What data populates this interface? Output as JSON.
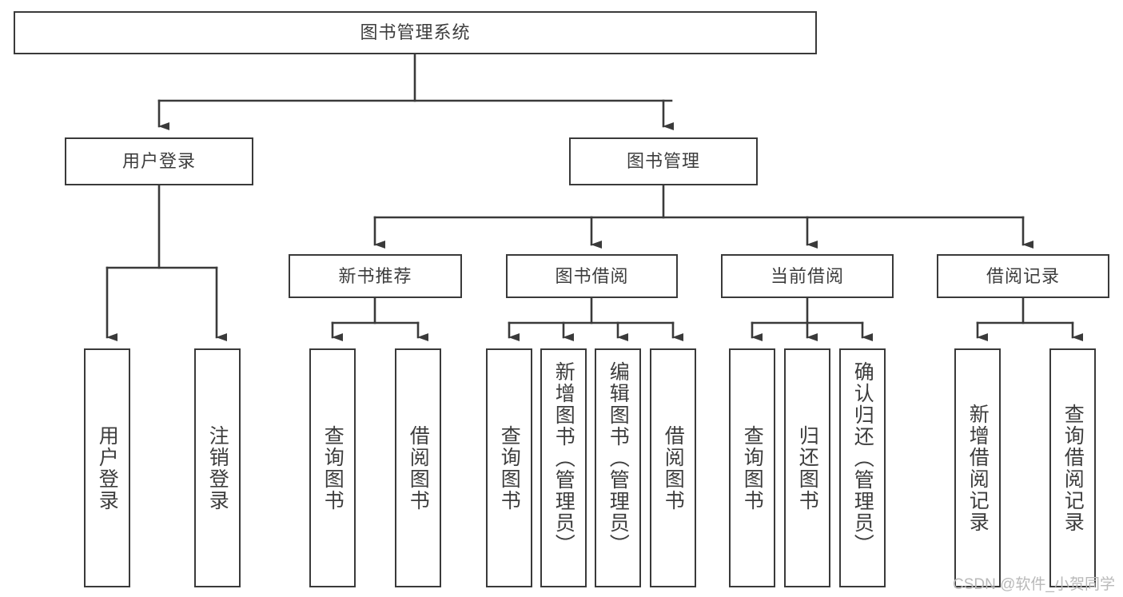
{
  "diagram": {
    "type": "tree-hierarchy-chart",
    "title": "图书管理系统",
    "watermark": "CSDN @软件_小贺同学",
    "colors": {
      "box_border": "#3a3a3a",
      "box_fill": "#ffffff",
      "connector": "#3a3a3a",
      "text": "#3d3d3d",
      "watermark": "#b9b9b9",
      "background": "#ffffff"
    },
    "root": {
      "label": "图书管理系统"
    },
    "level2": [
      {
        "label": "用户登录"
      },
      {
        "label": "图书管理"
      }
    ],
    "level3": [
      {
        "label": "新书推荐"
      },
      {
        "label": "图书借阅"
      },
      {
        "label": "当前借阅"
      },
      {
        "label": "借阅记录"
      }
    ],
    "leaves": {
      "user_login": [
        {
          "label": "用户登录"
        },
        {
          "label": "注销登录"
        }
      ],
      "new_book_recommend": [
        {
          "label": "查询图书"
        },
        {
          "label": "借阅图书"
        }
      ],
      "book_borrow": [
        {
          "label": "查询图书"
        },
        {
          "label": "新增图书（管理员）"
        },
        {
          "label": "编辑图书（管理员）"
        },
        {
          "label": "借阅图书"
        }
      ],
      "current_borrow": [
        {
          "label": "查询图书"
        },
        {
          "label": "归还图书"
        },
        {
          "label": "确认归还（管理员）"
        }
      ],
      "borrow_records": [
        {
          "label": "新增借阅记录"
        },
        {
          "label": "查询借阅记录"
        }
      ]
    }
  }
}
